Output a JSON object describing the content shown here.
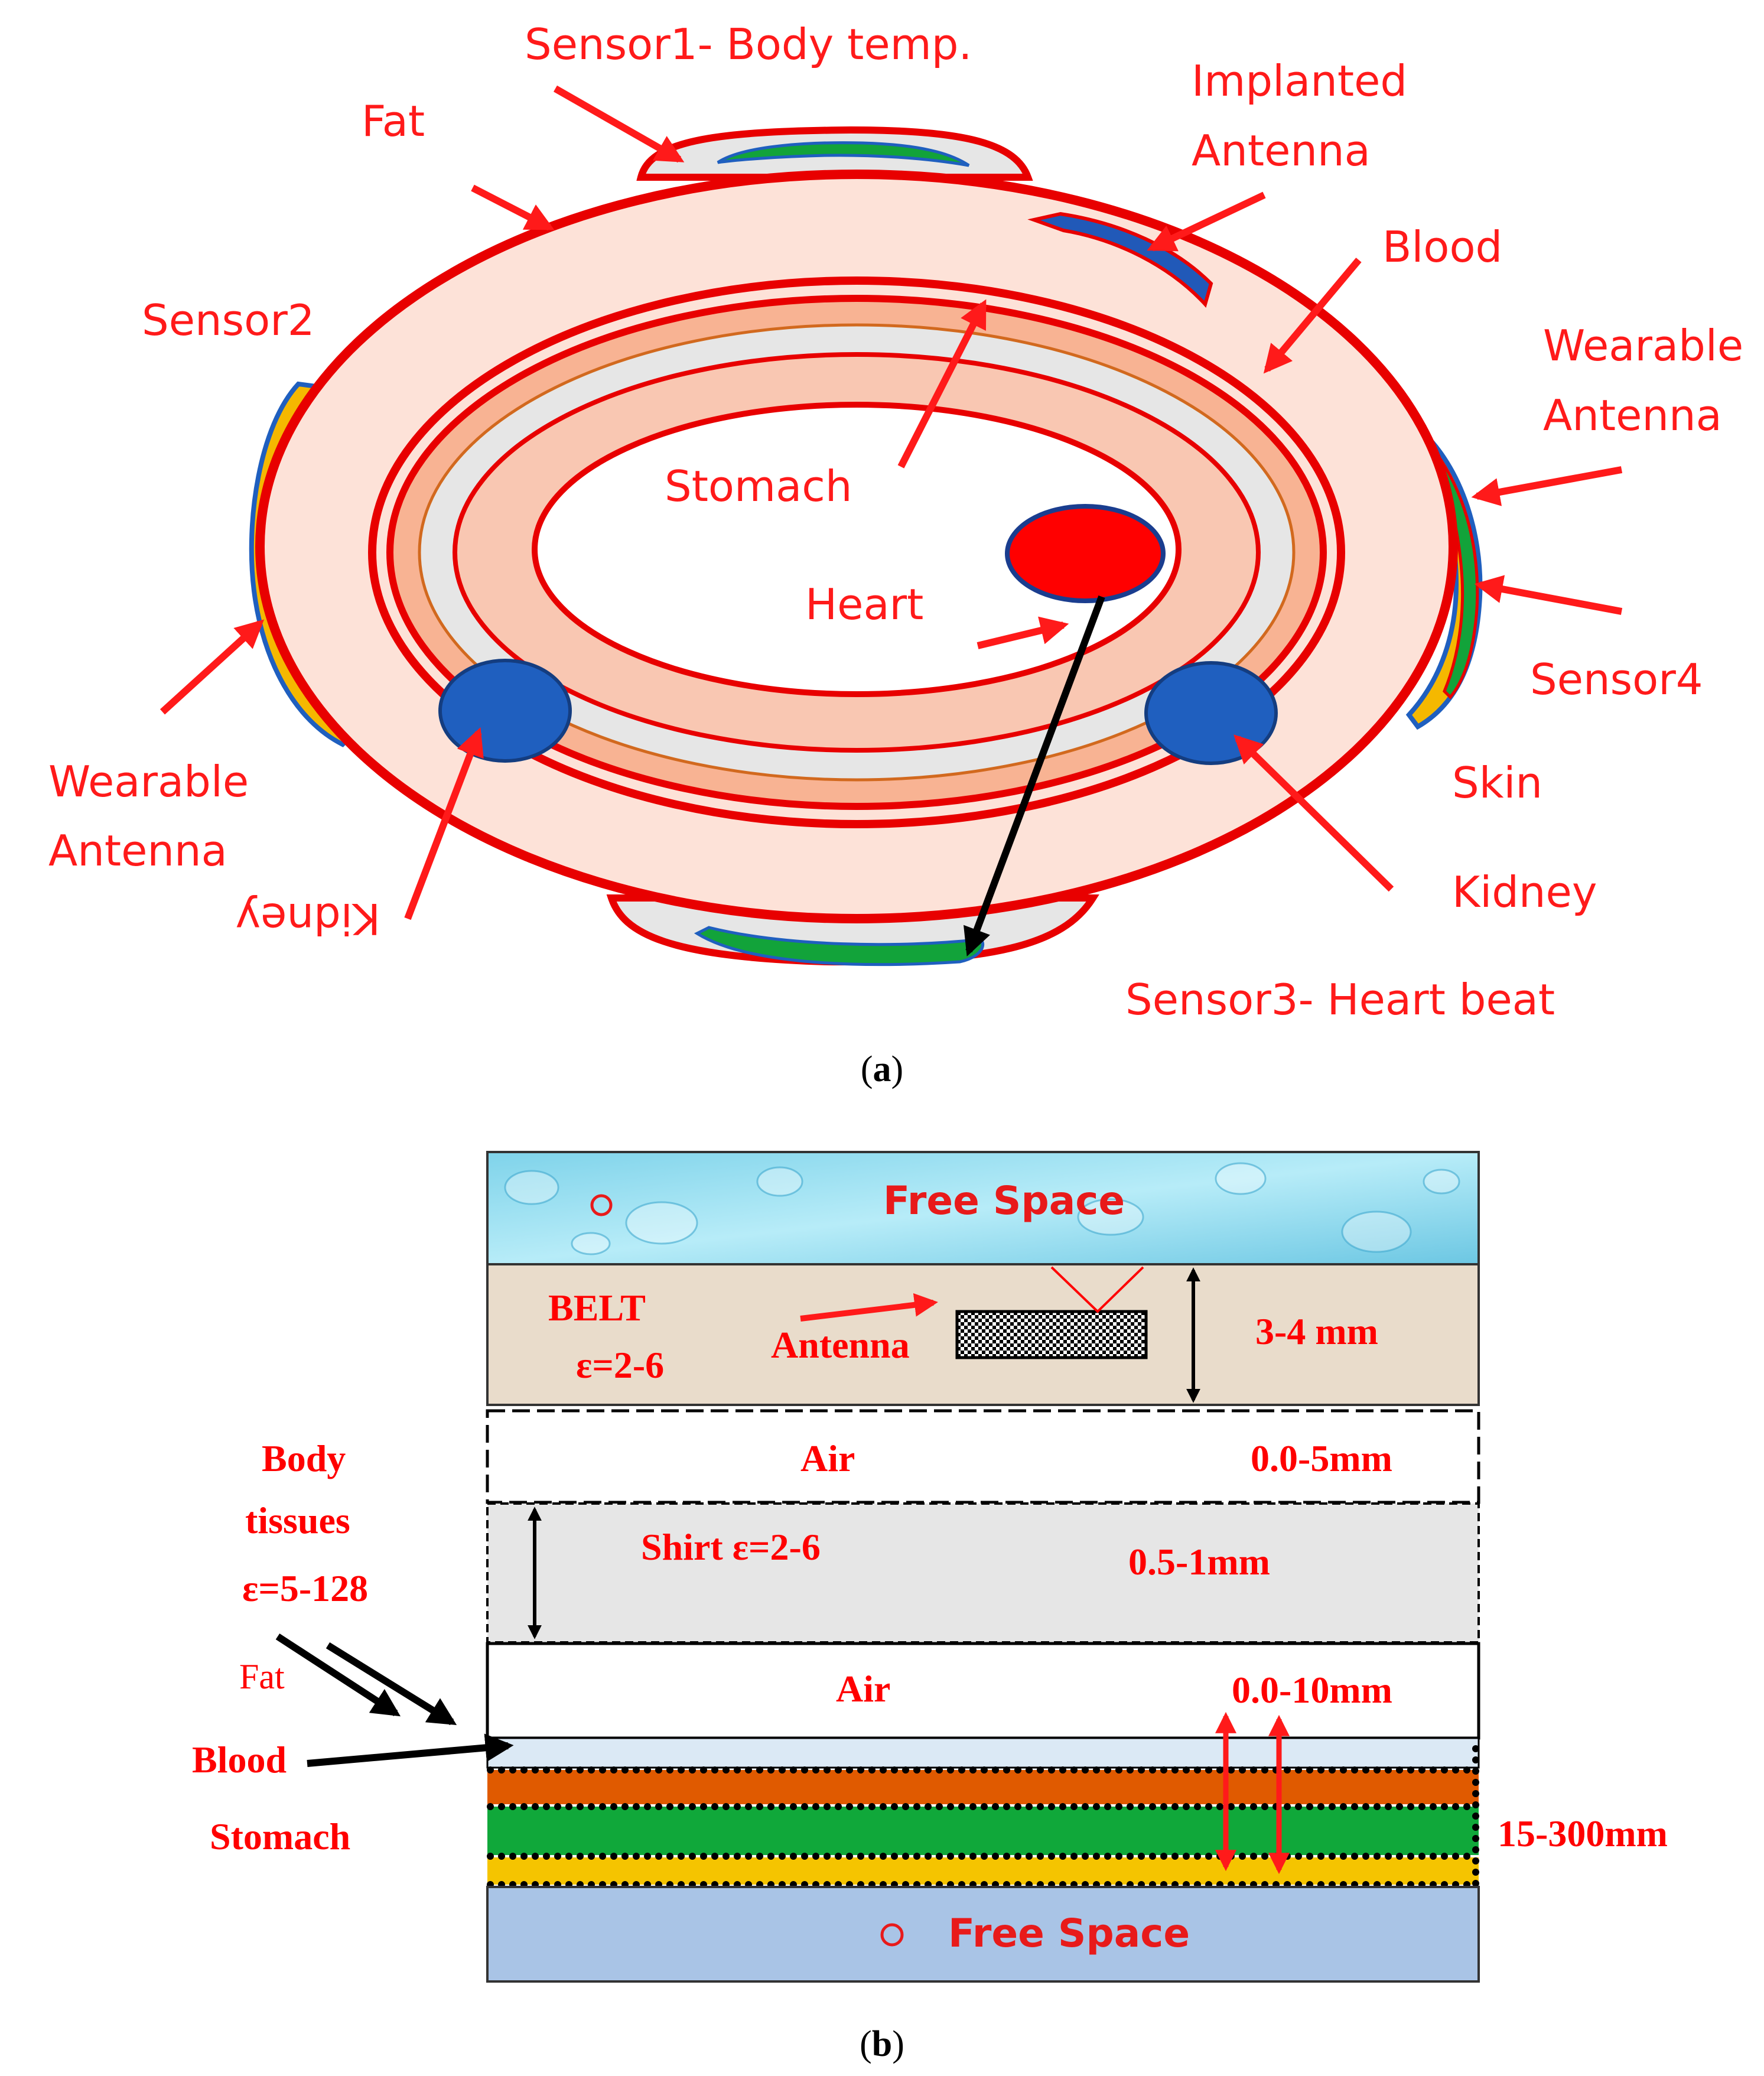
{
  "panel_a": {
    "caption_letter": "a",
    "labels": {
      "sensor1": "Sensor1- Body temp.",
      "fat": "Fat",
      "implanted_antenna_line1": "Implanted",
      "implanted_antenna_line2": "Antenna",
      "blood": "Blood",
      "sensor2": "Sensor2",
      "wearable_right_line1": "Wearable",
      "wearable_right_line2": "Antenna",
      "stomach": "Stomach",
      "heart": "Heart",
      "sensor4": "Sensor4",
      "wearable_left_line1": "Wearable",
      "wearable_left_line2": "Antenna",
      "skin": "Skin",
      "kidney_right": "Kidney",
      "kidney_left": "Kidney",
      "sensor3": "Sensor3- Heart beat"
    }
  },
  "panel_b": {
    "caption_letter": "b",
    "labels": {
      "free_space_top": "Free Space",
      "belt": "BELT",
      "belt_eps": "ε=2-6",
      "antenna": "Antenna",
      "belt_thickness": "3-4 mm",
      "air1": "Air",
      "air1_thickness": "0.0-5mm",
      "body_line1": "Body",
      "body_line2": "tissues",
      "body_eps": "ε=5-128",
      "shirt": "Shirt ε=2-6",
      "shirt_thickness": "0.5-1mm",
      "fat": "Fat",
      "air2": "Air",
      "air2_thickness": "0.0-10mm",
      "blood": "Blood",
      "stomach": "Stomach",
      "tissue_thickness": "15-300mm",
      "free_space_bottom": "Free Space"
    }
  },
  "colors": {
    "label_red": "#ff1a1a",
    "outline_red": "#e80000",
    "skin_pink": "#fde2d8",
    "fat_orange": "#f8b393",
    "stomach_gray": "#e6e6e6",
    "heart_red": "#ff0000",
    "kidney_blue": "#1f5fbf",
    "sensor_green": "#12a33a",
    "antenna_blue": "#2159b8",
    "wearable_yellow": "#f5b800",
    "belt_tan": "#e9dccb",
    "tissue_orange": "#e05a00",
    "tissue_green": "#10a83a",
    "tissue_yellow": "#f5c400",
    "free_space_blue": "#a9c4e6"
  }
}
